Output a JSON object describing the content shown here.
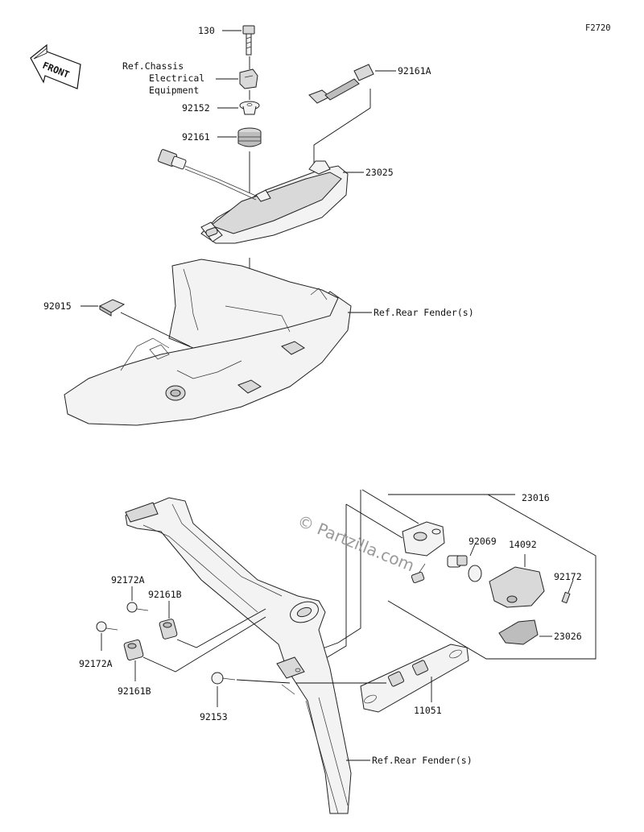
{
  "figure_code": "F2720",
  "front_label": "FRONT",
  "watermark": "© Partzilla.com",
  "callouts": [
    {
      "id": "p130",
      "text": "130"
    },
    {
      "id": "ref-chassis-1",
      "text": "Ref.Chassis"
    },
    {
      "id": "ref-chassis-2",
      "text": "Electrical"
    },
    {
      "id": "ref-chassis-3",
      "text": "Equipment"
    },
    {
      "id": "p92152",
      "text": "92152"
    },
    {
      "id": "p92161",
      "text": "92161"
    },
    {
      "id": "p92161A",
      "text": "92161A"
    },
    {
      "id": "p23025",
      "text": "23025"
    },
    {
      "id": "p92015",
      "text": "92015"
    },
    {
      "id": "ref-rear-fender-top",
      "text": "Ref.Rear Fender(s)"
    },
    {
      "id": "p23016",
      "text": "23016"
    },
    {
      "id": "p92069",
      "text": "92069"
    },
    {
      "id": "p14092",
      "text": "14092"
    },
    {
      "id": "p92172",
      "text": "92172"
    },
    {
      "id": "p23026",
      "text": "23026"
    },
    {
      "id": "p92172A-top",
      "text": "92172A"
    },
    {
      "id": "p92161B-top",
      "text": "92161B"
    },
    {
      "id": "p92172A-bot",
      "text": "92172A"
    },
    {
      "id": "p92161B-bot",
      "text": "92161B"
    },
    {
      "id": "p92153",
      "text": "92153"
    },
    {
      "id": "p11051",
      "text": "11051"
    },
    {
      "id": "ref-rear-fender-bot",
      "text": "Ref.Rear Fender(s)"
    }
  ]
}
